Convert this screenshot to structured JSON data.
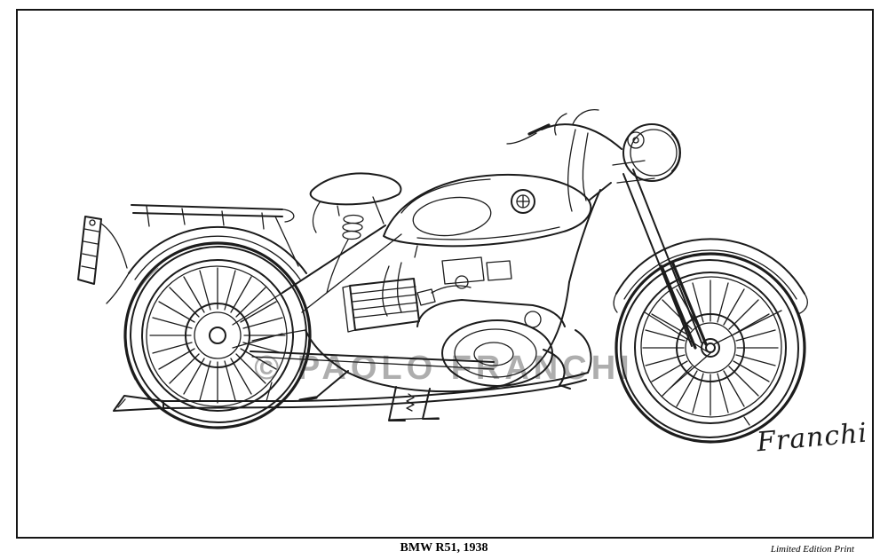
{
  "artwork": {
    "title": "BMW R51, 1938",
    "edition_label": "Limited Edition Print",
    "watermark": "© PAOLO FRANCHI",
    "signature": "Franchi",
    "subject": "pen-and-ink side-view sketch of a 1938 BMW R51 motorcycle",
    "colors": {
      "ink": "#1c1c1c",
      "watermark": "#9a9a9a",
      "paper": "#ffffff",
      "frame_border": "#161616"
    }
  }
}
